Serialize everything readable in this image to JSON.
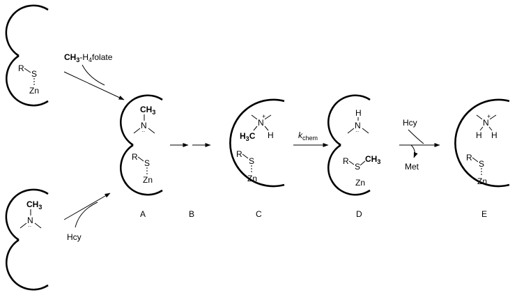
{
  "reagents": {
    "methylfolate_me": "CH",
    "methylfolate_3": "3",
    "methylfolate_rest": "-H",
    "methylfolate_4": "4",
    "methylfolate_folate": "folate",
    "hcy_in": "Hcy",
    "hcy_c_to_d": "Hcy",
    "met_out": "Met"
  },
  "rate": {
    "k": "k",
    "sub": "chem"
  },
  "atoms": {
    "R": "R",
    "S": "S",
    "Zn": "Zn",
    "N": "N",
    "H": "H",
    "CH3": "CH",
    "sub3": "3",
    "H3C": "H",
    "H3C_3": "3",
    "H3C_C": "C",
    "plus": "+"
  },
  "labels": {
    "A": "A",
    "B": "B",
    "C": "C",
    "D": "D",
    "E": "E"
  }
}
